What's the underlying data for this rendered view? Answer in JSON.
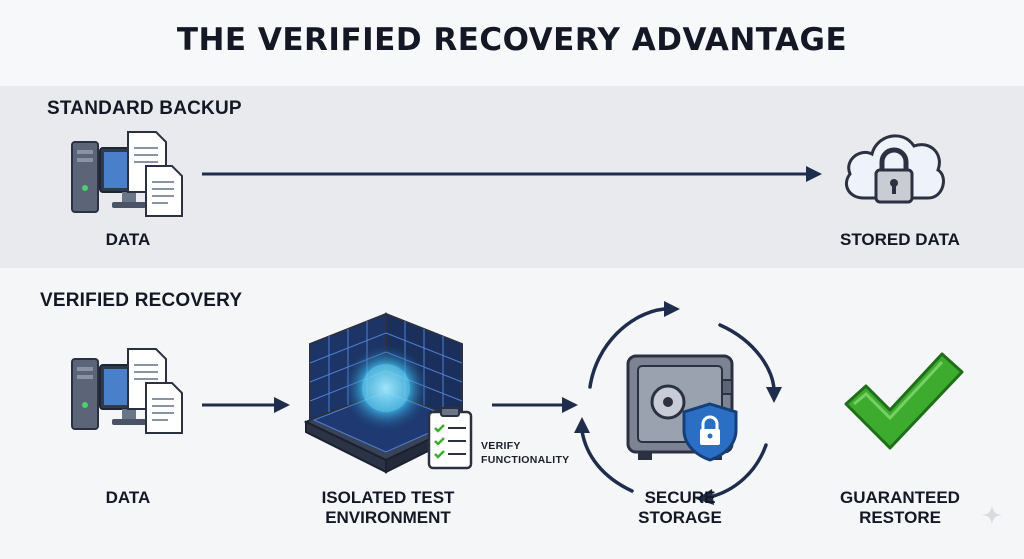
{
  "title": "THE VERIFIED RECOVERY ADVANTAGE",
  "standard": {
    "section_title": "STANDARD BACKUP",
    "source_label": "DATA",
    "target_label": "STORED DATA"
  },
  "verified": {
    "section_title": "VERIFIED RECOVERY",
    "source_label": "DATA",
    "test_env_label_1": "ISOLATED TEST",
    "test_env_label_2": "ENVIRONMENT",
    "verify_label_1": "VERIFY",
    "verify_label_2": "FUNCTIONALITY",
    "storage_label_1": "SECURE",
    "storage_label_2": "STORAGE",
    "restore_label_1": "GUARANTEED",
    "restore_label_2": "RESTORE"
  },
  "colors": {
    "arrow": "#1f2d4d",
    "check_green": "#3dac2e",
    "shield_blue": "#2a6fc4",
    "monitor_blue": "#4a7fc9"
  },
  "icons": [
    "computer-documents-icon",
    "cloud-lock-icon",
    "test-cube-icon",
    "checklist-icon",
    "safe-shield-icon",
    "checkmark-icon",
    "cycle-arrows-icon",
    "sparkle-icon"
  ]
}
